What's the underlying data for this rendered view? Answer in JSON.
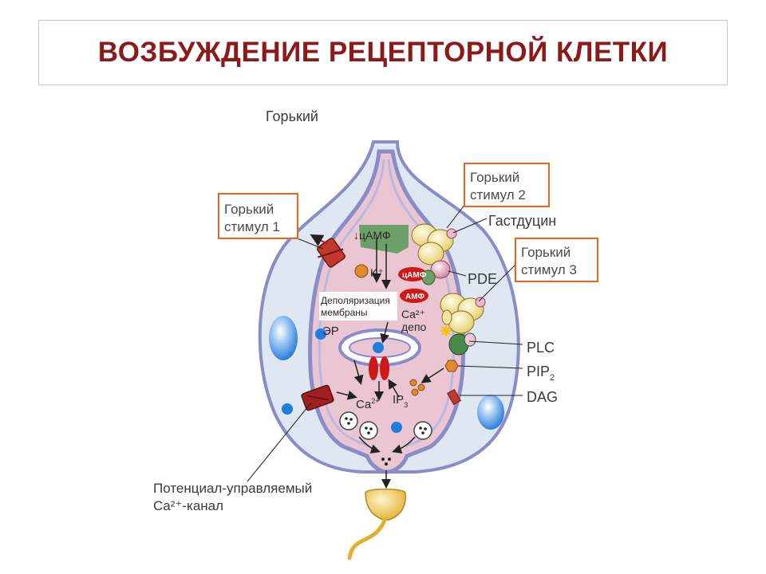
{
  "title": "ВОЗБУЖДЕНИЕ РЕЦЕПТОРНОЙ КЛЕТКИ",
  "labels": {
    "bitter": "Горький",
    "stim1_line1": "Горький",
    "stim1_line2": "стимул 1",
    "stim2_line1": "Горький",
    "stim2_line2": "стимул 2",
    "stim3_line1": "Горький",
    "stim3_line2": "стимул 3",
    "gustducin": "Гастдуцин",
    "pde": "PDE",
    "plc": "PLC",
    "pip": "PIP",
    "pip_sub": "2",
    "dag": "DAG",
    "camp_down": "↓цАМФ",
    "k_plus": "K⁺",
    "camp_oval": "цАМФ",
    "amf_oval": "АМФ",
    "depol_line1": "Деполяризация",
    "depol_line2": "мембраны",
    "ca_depot_line1": "Ca²⁺",
    "ca_depot_line2": "депо",
    "er": "ЭР",
    "ca": "Ca",
    "ca_sup": "2+",
    "ip": "IP",
    "ip_sub": "3",
    "channel_line1": "Потенциал-управляемый",
    "channel_line2": "Ca²⁺-канал"
  },
  "colors": {
    "title": "#8b1a1a",
    "box_border": "#e8641e",
    "cell_fill": "#eac5d2",
    "membrane": "#8a8cc8",
    "support_cell": "#dfe7f3",
    "gustducin": "#f5e7a0",
    "pde": "#f0b8cc",
    "plc": "#4a8a4a",
    "ion_blue": "#1e7ee0",
    "receptor_red": "#d01818"
  }
}
